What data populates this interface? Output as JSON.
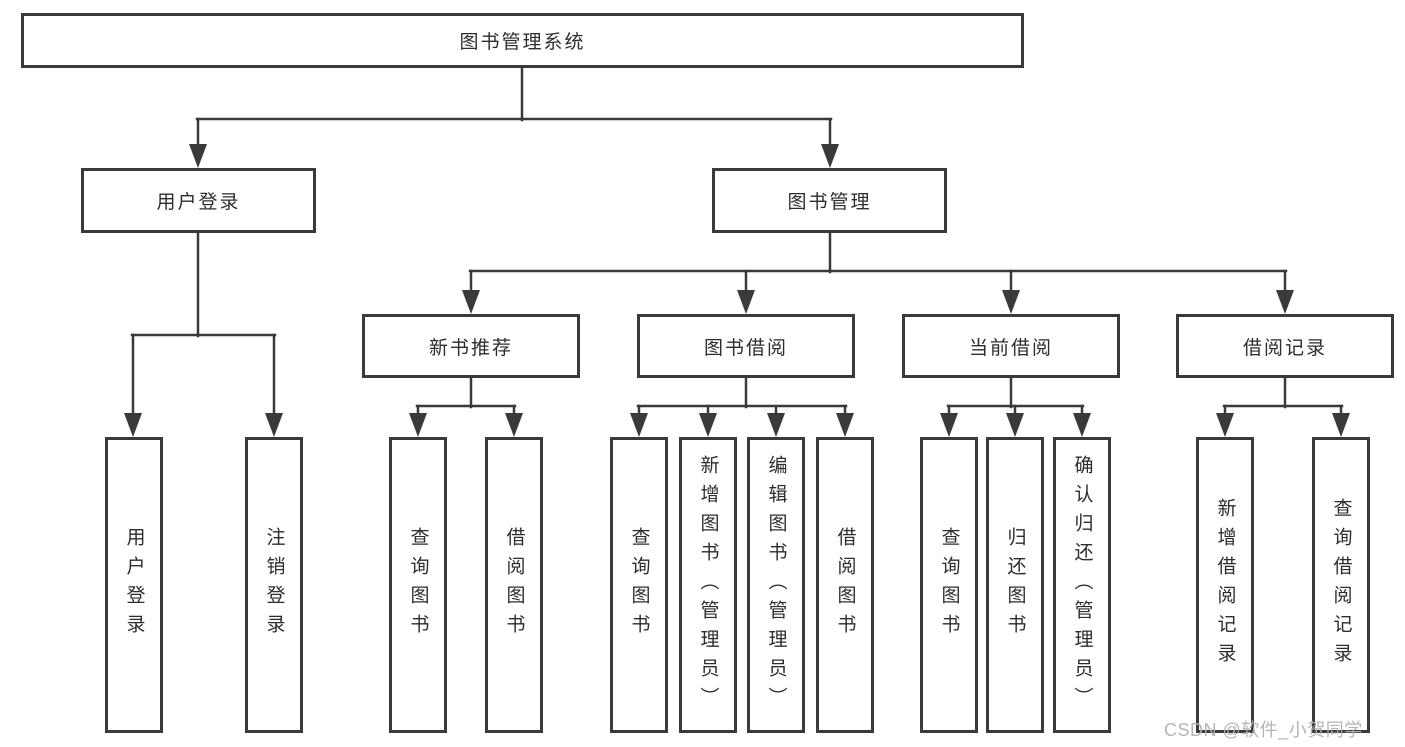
{
  "diagram": {
    "root": "图书管理系统",
    "level2": [
      "用户登录",
      "图书管理"
    ],
    "level3": [
      "新书推荐",
      "图书借阅",
      "当前借阅",
      "借阅记录"
    ],
    "leaves": {
      "user_login": [
        "用户登录",
        "注销登录"
      ],
      "new_book_recommend": [
        "查询图书",
        "借阅图书"
      ],
      "book_borrow": [
        "查询图书",
        "新增图书（管理员）",
        "编辑图书（管理员）",
        "借阅图书"
      ],
      "current_borrow": [
        "查询图书",
        "归还图书",
        "确认归还（管理员）"
      ],
      "borrow_records": [
        "新增借阅记录",
        "查询借阅记录"
      ]
    }
  },
  "watermark": {
    "text": "CSDN @软件_小贺同学"
  },
  "colors": {
    "line": "#3a3a3a",
    "box_border": "#3a3a3a",
    "text": "#2d2d2d",
    "watermark": "#b2b2b2",
    "background": "#ffffff"
  }
}
